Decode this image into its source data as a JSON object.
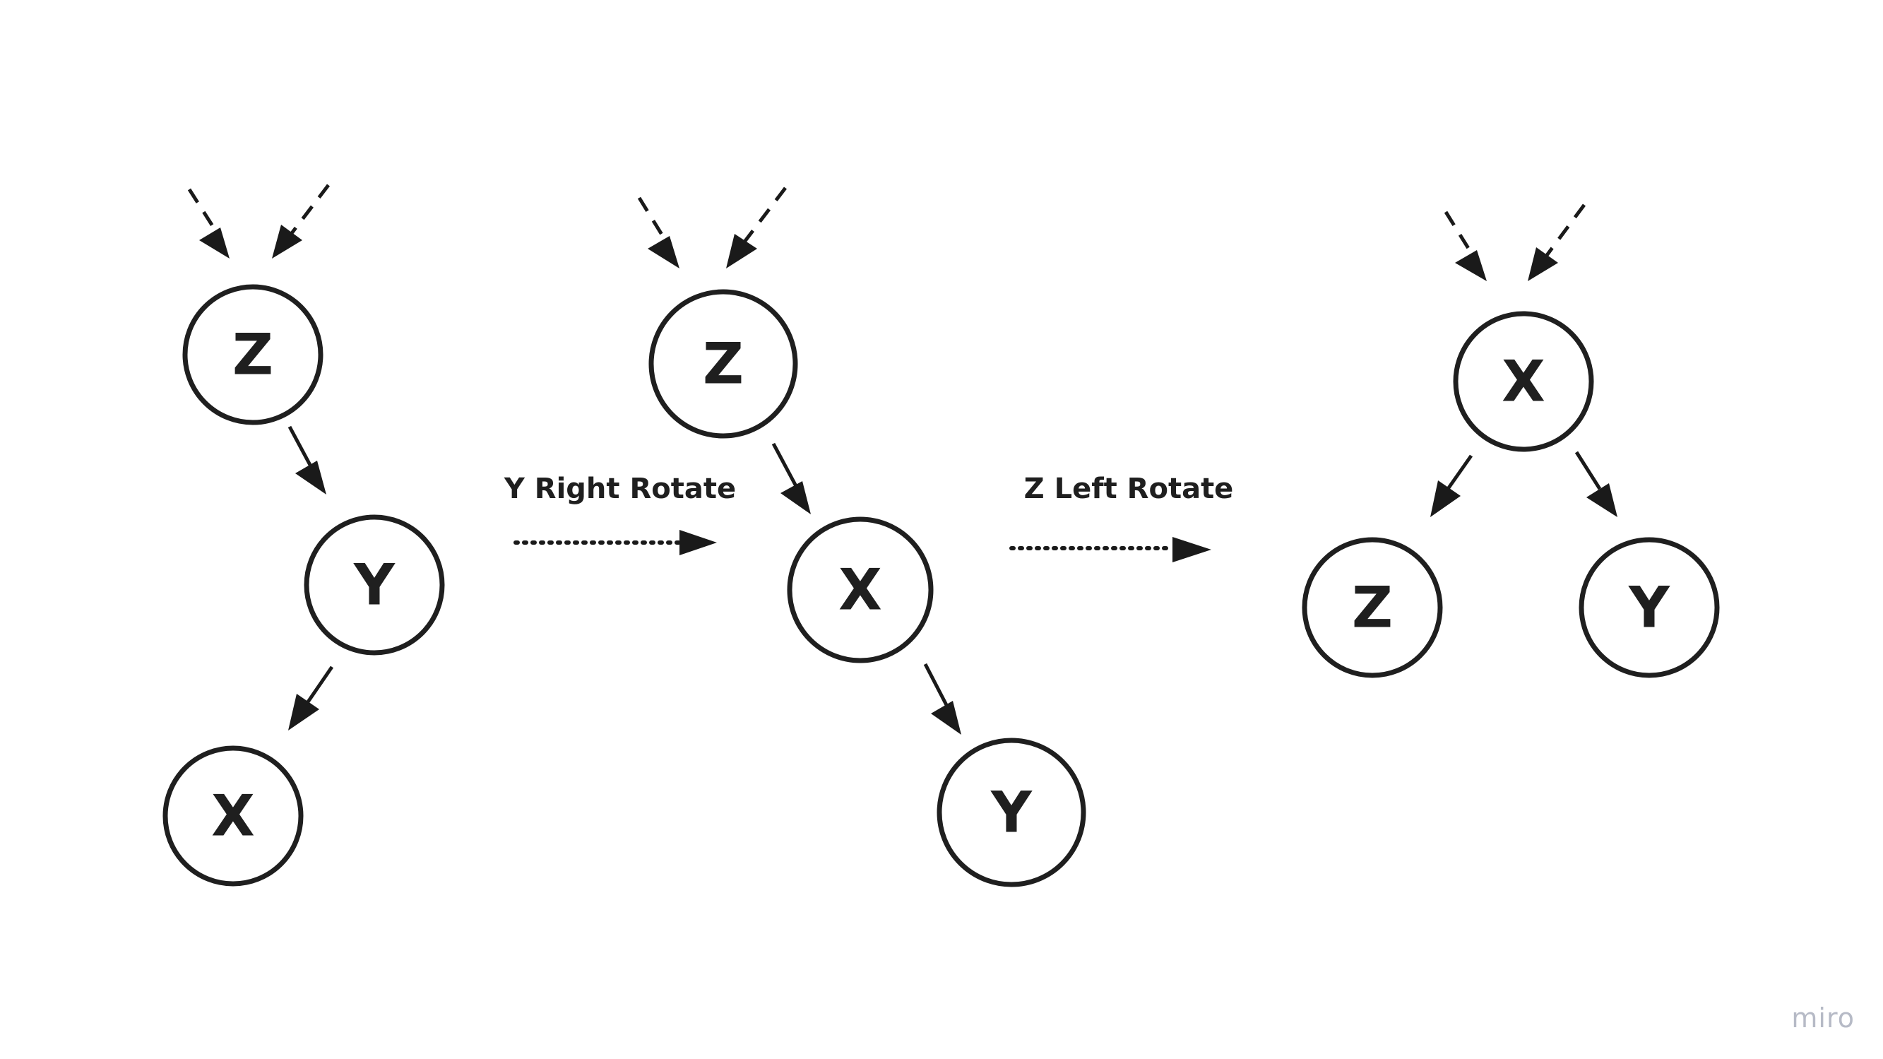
{
  "colors": {
    "stroke": "#1f1f1f",
    "background": "#ffffff",
    "watermark": "#b6bac6"
  },
  "stages": [
    {
      "nodes": [
        {
          "id": "z",
          "label": "Z"
        },
        {
          "id": "y",
          "label": "Y"
        },
        {
          "id": "x",
          "label": "X"
        }
      ]
    },
    {
      "nodes": [
        {
          "id": "z",
          "label": "Z"
        },
        {
          "id": "x",
          "label": "X"
        },
        {
          "id": "y",
          "label": "Y"
        }
      ]
    },
    {
      "nodes": [
        {
          "id": "x",
          "label": "X"
        },
        {
          "id": "z",
          "label": "Z"
        },
        {
          "id": "y",
          "label": "Y"
        }
      ]
    }
  ],
  "transitions": [
    {
      "label": "Y Right Rotate"
    },
    {
      "label": "Z Left Rotate"
    }
  ],
  "watermark": {
    "text": "miro",
    "icon": "miro-logo"
  }
}
